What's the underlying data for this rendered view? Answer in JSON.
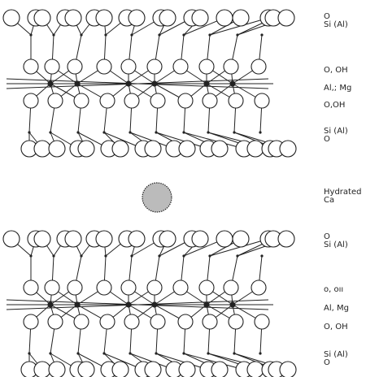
{
  "labels": {
    "top_t1": [
      "O",
      "Si (Al)"
    ],
    "top_oh1": "O, OH",
    "top_oct": "Al,; Mg",
    "top_oh2": "O,OH",
    "top_t2": [
      "Si (Al)",
      "O"
    ],
    "interlayer": [
      "Hydrated",
      "Ca"
    ],
    "bot_t1": [
      "O",
      "Si (Al)"
    ],
    "bot_oh1": "o, oıı",
    "bot_oct": "Al, Mg",
    "bot_oh2": "O, OH",
    "bot_t2": [
      "Si (Al)",
      "O"
    ]
  },
  "colors": {
    "ink": "#222222",
    "interlayer_fill": "#bbbbbb"
  }
}
